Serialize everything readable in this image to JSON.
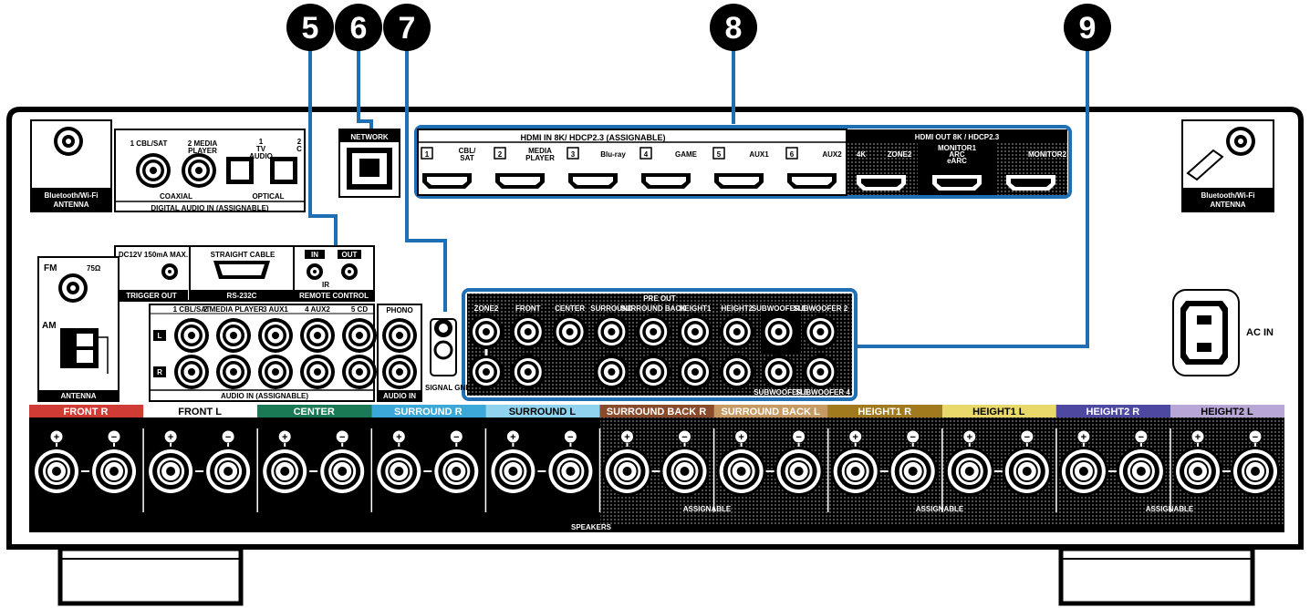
{
  "callouts": [
    "5",
    "6",
    "7",
    "8",
    "9"
  ],
  "colors": {
    "callout_line": "#1f6fb5",
    "front_r": "#d13b35",
    "front_l": "#ffffff",
    "center": "#1a7a55",
    "surround_r": "#3aa8d8",
    "surround_l": "#8fd3ee",
    "surround_back_r": "#8a4a2c",
    "surround_back_l": "#c79a62",
    "height1_r": "#a07a1c",
    "height1_l": "#e9d86a",
    "height2_r": "#4d48a0",
    "height2_l": "#b8a6d6"
  },
  "bt_antenna": "Bluetooth/Wi-Fi\nANTENNA",
  "digital_audio": {
    "inputs": [
      "1 CBL/SAT",
      "2 MEDIA\nPLAYER",
      "1\nTV\nAUDIO",
      "2\nC"
    ],
    "coaxial": "COAXIAL",
    "optical": "OPTICAL",
    "title": "DIGITAL AUDIO",
    "in": "IN",
    "assignable": "(ASSIGNABLE)"
  },
  "network": "NETWORK",
  "hdmi_in": {
    "title": "HDMI",
    "in": "IN",
    "spec": "8K/ HDCP2.3",
    "assignable": "(ASSIGNABLE)",
    "ports": [
      {
        "num": "1",
        "name": "CBL/\nSAT"
      },
      {
        "num": "2",
        "name": "MEDIA\nPLAYER"
      },
      {
        "num": "3",
        "name": "Blu-ray"
      },
      {
        "num": "4",
        "name": "GAME"
      },
      {
        "num": "5",
        "name": "AUX1"
      },
      {
        "num": "6",
        "name": "AUX2"
      }
    ]
  },
  "hdmi_out": {
    "title": "HDMI",
    "out": "OUT",
    "spec": "8K / HDCP2.3",
    "ports": [
      "4K",
      "ZONE2",
      "MONITOR1\nARC\neARC",
      "MONITOR2"
    ]
  },
  "trigger": {
    "spec": "DC12V 150mA MAX.",
    "title": "TRIGGER",
    "out": "OUT"
  },
  "rs232": {
    "cable": "STRAIGHT CABLE",
    "title": "RS-232C"
  },
  "remote": {
    "in": "IN",
    "out": "OUT",
    "ir": "IR",
    "title": "REMOTE CONTROL"
  },
  "antenna": {
    "fm": "FM",
    "ohm": "75Ω",
    "am": "AM",
    "title": "ANTENNA"
  },
  "audio_in": {
    "inputs": [
      "1 CBL/SAT",
      "2 MEDIA PLAYER",
      "3 AUX1",
      "4 AUX2",
      "5 CD"
    ],
    "l": "L",
    "r": "R",
    "title": "AUDIO",
    "in": "IN",
    "assignable": "(ASSIGNABLE)"
  },
  "phono": {
    "title": "PHONO",
    "bottom": "AUDIO IN"
  },
  "signal_gnd": "SIGNAL GND",
  "pre_out": {
    "title": "PRE",
    "out": "OUT",
    "channels": [
      "ZONE2",
      "FRONT",
      "CENTER",
      "SURROUND",
      "SURROUND BACK",
      "HEIGHT1",
      "HEIGHT2",
      "SUBWOOFER 1",
      "SUBWOOFER 2"
    ],
    "bottom": [
      "SUBWOOFER 3",
      "SUBWOOFER 4"
    ]
  },
  "ac_in": "AC IN",
  "speakers": {
    "title": "SPEAKERS",
    "assignable": "ASSIGNABLE",
    "channels": [
      {
        "name": "FRONT",
        "side": "R"
      },
      {
        "name": "FRONT",
        "side": "L"
      },
      {
        "name": "CENTER",
        "side": ""
      },
      {
        "name": "SURROUND",
        "side": "R"
      },
      {
        "name": "SURROUND",
        "side": "L"
      },
      {
        "name": "SURROUND BACK",
        "side": "R"
      },
      {
        "name": "SURROUND BACK",
        "side": "L"
      },
      {
        "name": "HEIGHT1",
        "side": "R"
      },
      {
        "name": "HEIGHT1",
        "side": "L"
      },
      {
        "name": "HEIGHT2",
        "side": "R"
      },
      {
        "name": "HEIGHT2",
        "side": "L"
      }
    ]
  }
}
